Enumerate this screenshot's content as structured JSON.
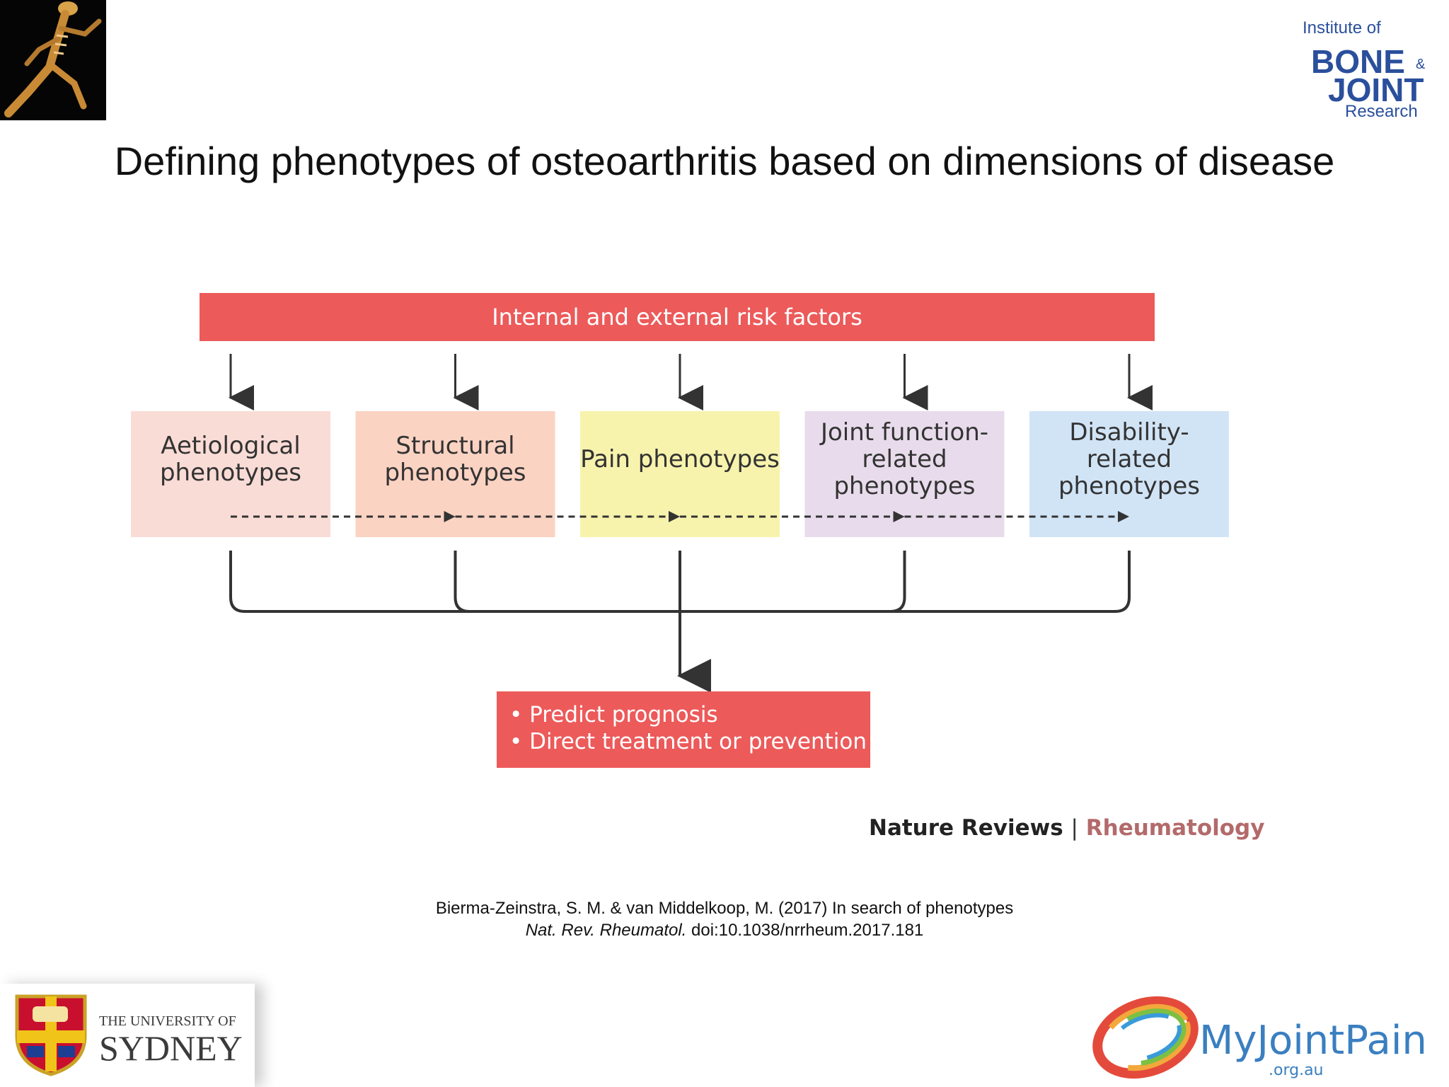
{
  "slide": {
    "title": "Defining phenotypes of osteoarthritis based on dimensions of disease"
  },
  "logos": {
    "ibjr": {
      "line1": "Institute of",
      "line2": "BONE",
      "amp": "&",
      "line3": "JOINT",
      "line4": "Research"
    },
    "sydney": {
      "line1": "THE UNIVERSITY OF",
      "line2": "SYDNEY"
    },
    "myjointpain": {
      "name": "MyJointPain",
      "domain": ".org.au"
    }
  },
  "diagram": {
    "risk_bar": {
      "label": "Internal and external risk factors",
      "color": "#ec5a5a"
    },
    "phenotypes": [
      {
        "label": "Aetiological phenotypes",
        "color": "#fadcd6"
      },
      {
        "label": "Structural phenotypes",
        "color": "#fbd3c3"
      },
      {
        "label": "Pain phenotypes",
        "color": "#f7f3ad"
      },
      {
        "label": "Joint function-related phenotypes",
        "color": "#e8dcec"
      },
      {
        "label": "Disability-related phenotypes",
        "color": "#d1e4f6"
      }
    ],
    "outcome": {
      "items": [
        "Predict prognosis",
        "Direct treatment or prevention"
      ],
      "color": "#ec5a5a"
    },
    "source": {
      "journal": "Nature Reviews",
      "separator": "|",
      "section": "Rheumatology"
    }
  },
  "citation": {
    "line1": "Bierma-Zeinstra, S. M. & van Middelkoop, M. (2017) In search of phenotypes",
    "journal": "Nat. Rev. Rheumatol.",
    "doi": " doi:10.1038/nrrheum.2017.181"
  }
}
